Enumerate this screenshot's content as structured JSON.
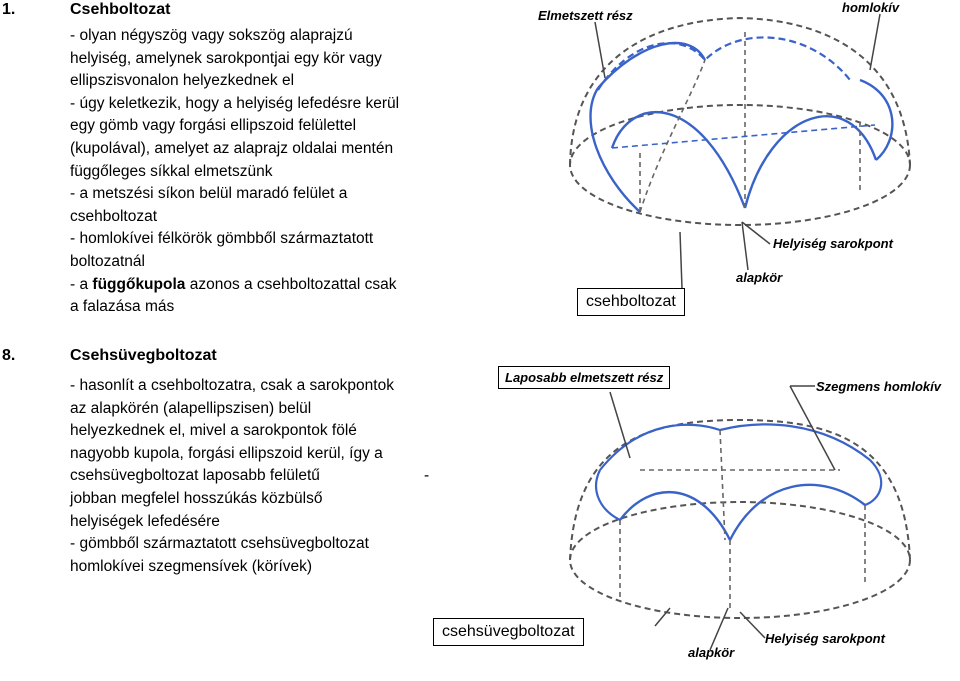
{
  "section1": {
    "number": "1.",
    "title": "Csehboltozat",
    "lines": [
      "- olyan négyszög vagy sokszög alaprajzú",
      "helyiség, amelynek sarokpontjai egy kör vagy",
      "ellipszisvonalon helyezkednek el",
      "- úgy keletkezik, hogy a helyiség lefedésre kerül",
      "egy gömb vagy forgási ellipszoid felülettel",
      "(kupolával), amelyet az alaprajz oldalai mentén",
      "függőleges síkkal elmetszünk",
      "- a metszési síkon belül maradó felület a",
      "csehboltozat",
      "- homlokívei félkörök gömbből származtatott",
      "boltozatnál"
    ],
    "last_prefix": "- a ",
    "last_bold": "függőkupola",
    "last_suffix": " azonos a csehboltozattal csak",
    "last_line2": "a falazása más",
    "labels": {
      "cut_part": "Elmetszett rész",
      "front_arch": "homlokív",
      "room_corner": "Helyiség sarokpont",
      "base_circle": "alapkör",
      "name_box": "csehboltozat"
    }
  },
  "section2": {
    "number": "8.",
    "title": "Csehsüvegboltozat",
    "lines": [
      "- hasonlít a csehboltozatra, csak a sarokpontok",
      "az alapkörén (alapellipszisen) belül",
      "helyezkednek el, mivel a sarokpontok fölé",
      "nagyobb kupola, forgási ellipszoid kerül, így a",
      "csehsüvegboltozat laposabb felületű",
      "jobban megfelel hosszúkás közbülső",
      "helyiségek lefedésére",
      "- gömbből származtatott csehsüvegboltozat",
      "homlokívei szegmensívek (körívek)"
    ],
    "dash": "-",
    "labels": {
      "flat_cut_part": "Laposabb elmetszett rész",
      "segment_arch": "Szegmens homlokív",
      "name_box": "csehsüvegboltozat",
      "base_circle": "alapkör",
      "room_corner": "Helyiség sarokpont"
    }
  },
  "colors": {
    "arch_blue": "#3a63c9",
    "line_gray": "#555555"
  }
}
